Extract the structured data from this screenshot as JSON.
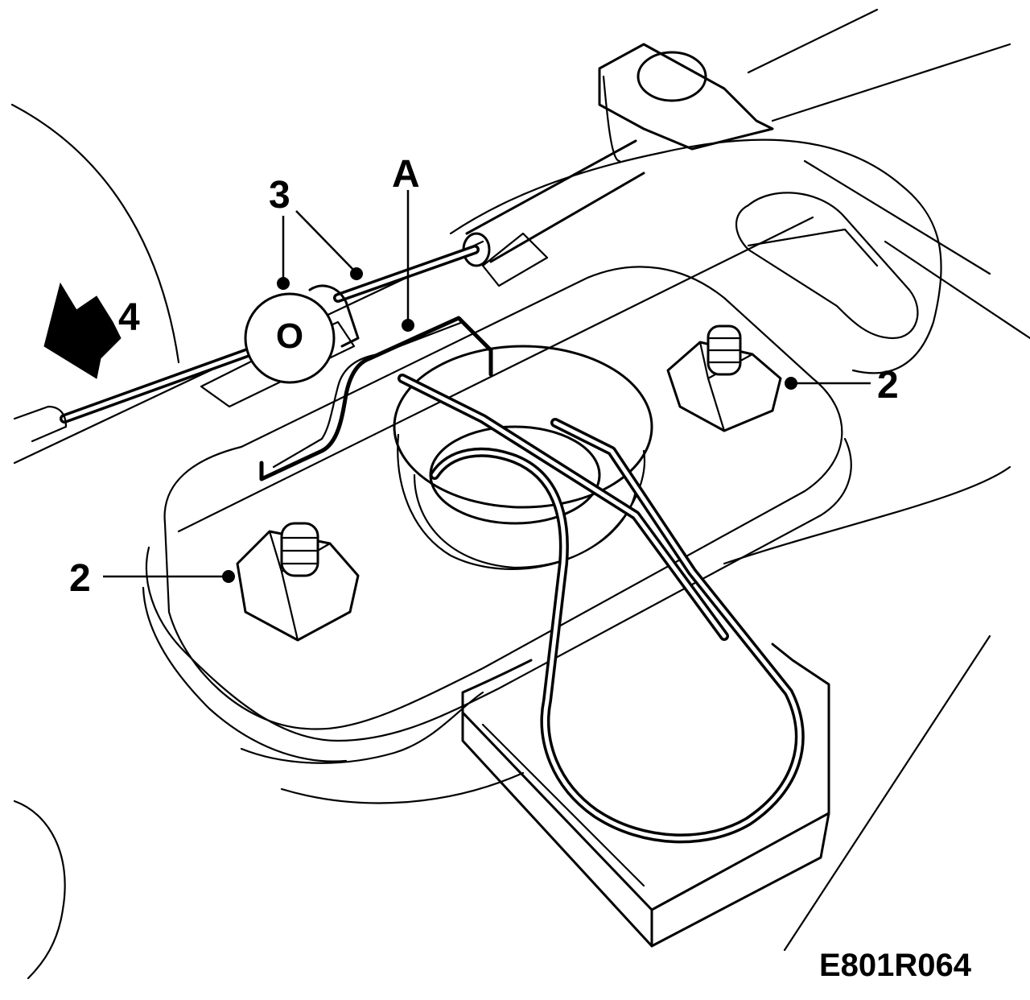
{
  "callouts": {
    "label_3": "3",
    "label_A": "A",
    "label_4": "4",
    "label_2_right": "2",
    "label_2_left": "2"
  },
  "figure_code": "E801R064"
}
